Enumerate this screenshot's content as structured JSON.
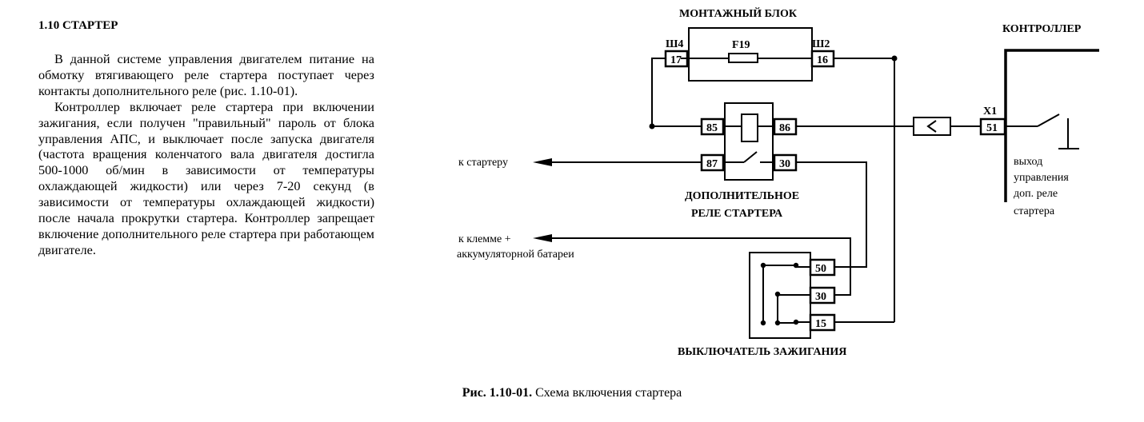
{
  "section": {
    "heading": "1.10 СТАРТЕР"
  },
  "body": {
    "paragraph1": "В данной системе управления двигателем питание на обмотку втягивающего реле стартера поступает через контакты дополнительного реле (рис. 1.10-01).",
    "paragraph2": "Контроллер включает реле стартера при включении зажигания, если получен \"правильный\" пароль от блока управления АПС, и выключает после запуска двигателя (частота вращения коленчатого вала двигателя достигла 500-1000 об/мин в зависимости от температуры охлаждающей жидкости) или через 7-20 секунд (в зависимости от температуры охлаждающей жидкости) после начала прокрутки стартера. Контроллер запрещает включение дополнительного реле стартера при работающем двигателе."
  },
  "diagram": {
    "mounting_block": {
      "title": "МОНТАЖНЫЙ БЛОК",
      "fuse": "F19",
      "conn_left": "Ш4",
      "conn_right": "Ш2",
      "pin_left": "17",
      "pin_right": "16"
    },
    "controller": {
      "title": "КОНТРОЛЛЕР",
      "connector": "X1",
      "pin": "51",
      "output_line1": "выход",
      "output_line2": "управления",
      "output_line3": "доп. реле",
      "output_line4": "стартера"
    },
    "relay": {
      "pins": [
        "85",
        "86",
        "87",
        "30"
      ],
      "title_line1": "ДОПОЛНИТЕЛЬНОЕ",
      "title_line2": "РЕЛЕ СТАРТЕРА"
    },
    "starter_label": "к стартеру",
    "battery_label_line1": "к клемме +",
    "battery_label_line2": "аккумуляторной батареи",
    "ignition": {
      "pins": [
        "50",
        "30",
        "15"
      ],
      "title": "ВЫКЛЮЧАТЕЛЬ ЗАЖИГАНИЯ"
    }
  },
  "caption": {
    "number": "Рис. 1.10-01.",
    "text": "Схема включения стартера"
  }
}
